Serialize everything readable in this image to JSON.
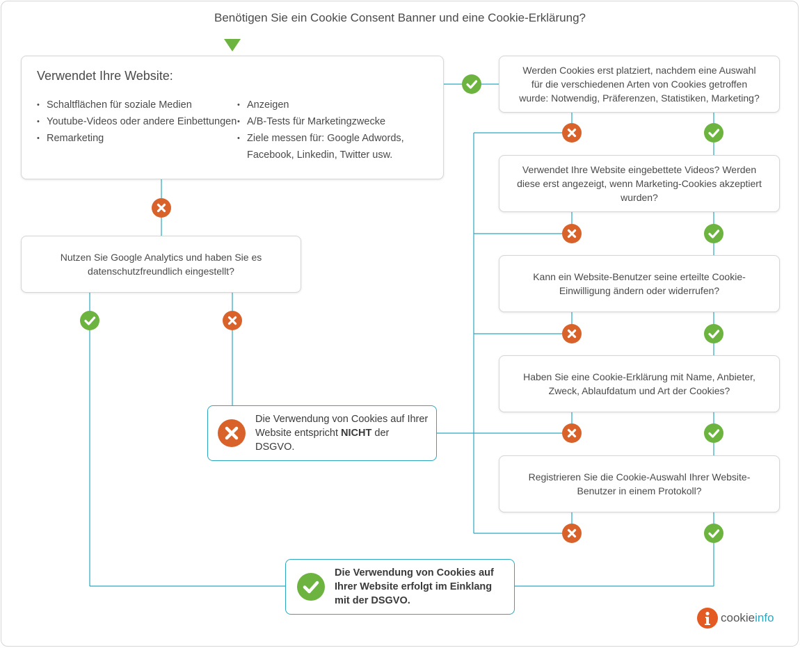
{
  "title": "Benötigen Sie ein Cookie Consent Banner und eine Cookie-Erklärung?",
  "main_box": {
    "heading": "Verwendet Ihre Website:",
    "col1": [
      "Schaltflächen für soziale Medien",
      "Youtube-Videos oder andere Einbettungen",
      "Remarketing"
    ],
    "col2": [
      "Anzeigen",
      "A/B-Tests für Marketingzwecke",
      "Ziele messen für: Google Adwords, Facebook, Linkedin, Twitter usw."
    ]
  },
  "ga_question": "Nutzen Sie Google Analytics und haben Sie es datenschutzfreundlich eingestellt?",
  "questions": [
    "Werden Cookies erst platziert, nachdem eine Auswahl für die verschiedenen Arten von Cookies getroffen wurde: Notwendig, Präferenzen, Statistiken, Marketing?",
    "Verwendet Ihre Website eingebettete Videos? Werden diese erst angezeigt, wenn Marketing-Cookies akzeptiert wurden?",
    "Kann ein Website-Benutzer seine erteilte Cookie-Einwilligung ändern oder widerrufen?",
    "Haben Sie eine Cookie-Erklärung mit Name, Anbieter, Zweck, Ablaufdatum und Art der Cookies?",
    "Registrieren Sie die Cookie-Auswahl Ihrer Website-Benutzer in einem Protokoll?"
  ],
  "result_bad": {
    "before": "Die Verwendung von Cookies auf Ihrer Website entspricht ",
    "strong": "NICHT",
    "after": " der DSGVO."
  },
  "result_good": "Die Verwendung von Cookies auf Ihrer Website erfolgt im Einklang mit der DSGVO.",
  "logo": {
    "part1": "cookie",
    "part2": "info"
  },
  "colors": {
    "line": "#2aa8c0",
    "yes": "#6db33f",
    "no": "#d9622b",
    "border": "#d6d6d6"
  },
  "icons": {
    "yes": "check-icon",
    "no": "cross-icon",
    "start": "triangle-down-icon"
  }
}
